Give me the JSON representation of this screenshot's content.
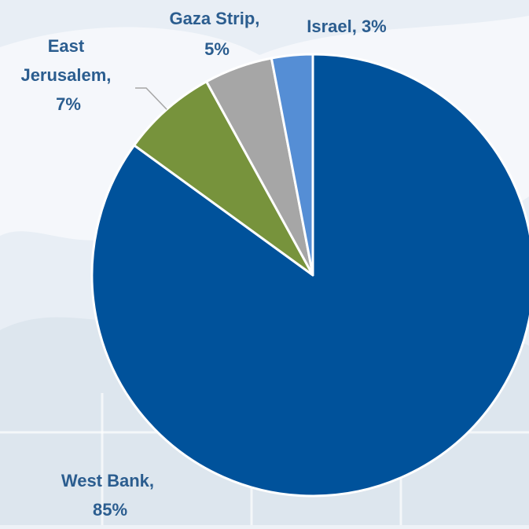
{
  "chart_data": {
    "type": "pie",
    "title": "",
    "start_angle_deg": 0,
    "direction": "clockwise",
    "slices": [
      {
        "name": "West Bank",
        "value": 85,
        "label_line1": "West Bank,",
        "label_line2": "85%",
        "color": "#00529b"
      },
      {
        "name": "East Jerusalem",
        "value": 7,
        "label_line1": "East",
        "label_line2": "Jerusalem,",
        "label_line3": "7%",
        "color": "#77933c"
      },
      {
        "name": "Gaza Strip",
        "value": 5,
        "label_line1": "Gaza Strip,",
        "label_line2": "5%",
        "color": "#a6a6a6"
      },
      {
        "name": "Israel",
        "value": 3,
        "label_line1": "Israel, 3%",
        "color": "#558ed5"
      }
    ]
  }
}
